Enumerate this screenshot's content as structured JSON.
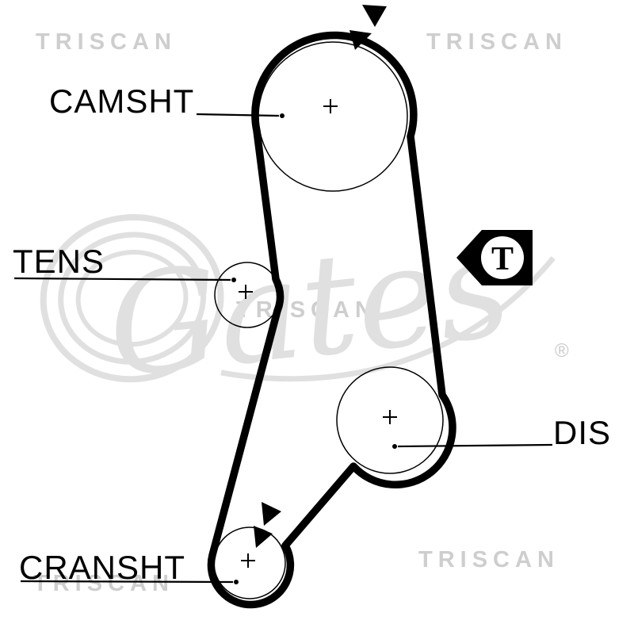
{
  "diagram": {
    "labels": {
      "camshaft": "CAMSHT",
      "tensioner": "TENS",
      "distributor": "DIS",
      "crankshaft": "CRANSHT"
    },
    "t_marker": "T"
  },
  "watermarks": {
    "brand": "TRISCAN",
    "logo": "Gates",
    "registered": "®"
  },
  "colors": {
    "ink": "#000000",
    "watermark": "#d6d6d6",
    "background": "#ffffff"
  }
}
